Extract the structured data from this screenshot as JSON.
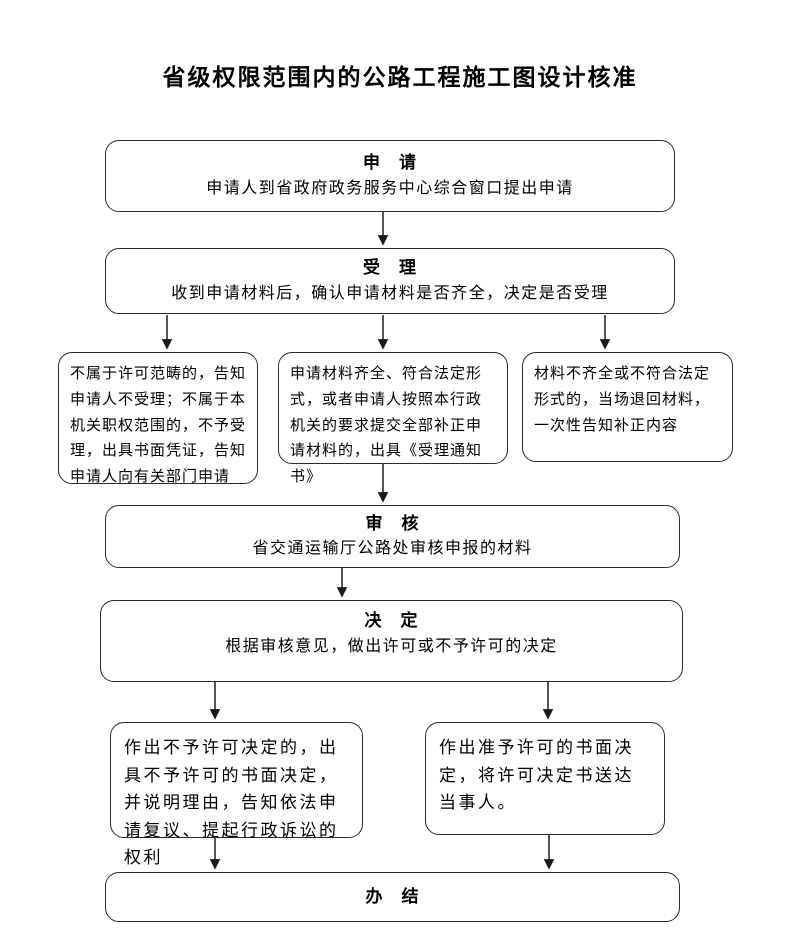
{
  "title": "省级权限范围内的公路工程施工图设计核准",
  "flow": {
    "apply": {
      "title": "申　请",
      "desc": "申请人到省政府政务服务中心综合窗口提出申请"
    },
    "accept": {
      "title": "受　理",
      "desc": "收到申请材料后，确认申请材料是否齐全，决定是否受理"
    },
    "branch_left": {
      "text": "不属于许可范畴的，告知申请人不受理；不属于本机关职权范围的，不予受理，出具书面凭证，告知申请人向有关部门申请"
    },
    "branch_middle": {
      "text": "申请材料齐全、符合法定形式，或者申请人按照本行政机关的要求提交全部补正申请材料的，出具《受理通知书》"
    },
    "branch_right": {
      "text": "材料不齐全或不符合法定形式的，当场退回材料，一次性告知补正内容"
    },
    "review": {
      "title": "审　核",
      "desc": "省交通运输厅公路处审核申报的材料"
    },
    "decision": {
      "title": "决　定",
      "desc": "根据审核意见，做出许可或不予许可的决定"
    },
    "outcome_deny": {
      "text": "作出不予许可决定的，出具不予许可的书面决定，并说明理由，告知依法申请复议、提起行政诉讼的权利"
    },
    "outcome_grant": {
      "text": "作出准予许可的书面决定，将许可决定书送达当事人。"
    },
    "complete": {
      "title": "办　结"
    }
  },
  "colors": {
    "background": "#ffffff",
    "border": "#2b2b2b",
    "text": "#000000"
  }
}
